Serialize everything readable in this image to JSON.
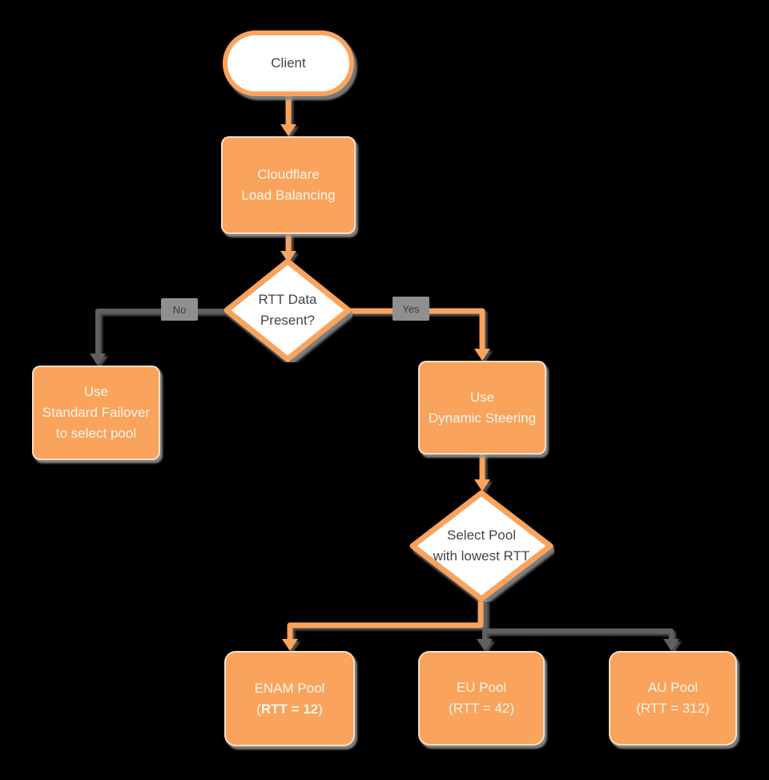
{
  "colors": {
    "background": "#000000",
    "orange": "#F9A35C",
    "gray_line": "#606060",
    "shadow": "#8C8C8C",
    "dark_text": "#454545",
    "light_text": "#FDF5EB",
    "label_bg": "#8F8F8F",
    "label_text": "#3F3F3F",
    "node_fill_white": "#FFFFFF"
  },
  "nodes": {
    "client": {
      "label": "Client"
    },
    "load_balancing": {
      "line1": "Cloudflare",
      "line2": "Load Balancing"
    },
    "rtt_decision": {
      "line1": "RTT Data",
      "line2": "Present?"
    },
    "standard_failover": {
      "line1": "Use",
      "line2": "Standard Failover",
      "line3": "to select pool"
    },
    "dynamic_steering": {
      "line1": "Use",
      "line2": "Dynamic Steering"
    },
    "select_pool": {
      "line1": "Select Pool",
      "line2": "with lowest RTT"
    },
    "enam_pool": {
      "line1": "ENAM Pool",
      "paren_open": "(",
      "rtt_bold": "RTT = 12",
      "paren_close": ")"
    },
    "eu_pool": {
      "line1": "EU Pool",
      "line2": "(RTT = 42)"
    },
    "au_pool": {
      "line1": "AU Pool",
      "line2": "(RTT = 312)"
    }
  },
  "edges": {
    "no_label": "No",
    "yes_label": "Yes",
    "connections": [
      {
        "from": "client",
        "to": "load_balancing",
        "style": "orange"
      },
      {
        "from": "load_balancing",
        "to": "rtt_decision",
        "style": "orange"
      },
      {
        "from": "rtt_decision",
        "to": "standard_failover",
        "label": "No",
        "style": "gray"
      },
      {
        "from": "rtt_decision",
        "to": "dynamic_steering",
        "label": "Yes",
        "style": "orange"
      },
      {
        "from": "dynamic_steering",
        "to": "select_pool",
        "style": "orange"
      },
      {
        "from": "select_pool",
        "to": "enam_pool",
        "style": "orange"
      },
      {
        "from": "select_pool",
        "to": "eu_pool",
        "style": "gray"
      },
      {
        "from": "select_pool",
        "to": "au_pool",
        "style": "gray"
      }
    ]
  }
}
